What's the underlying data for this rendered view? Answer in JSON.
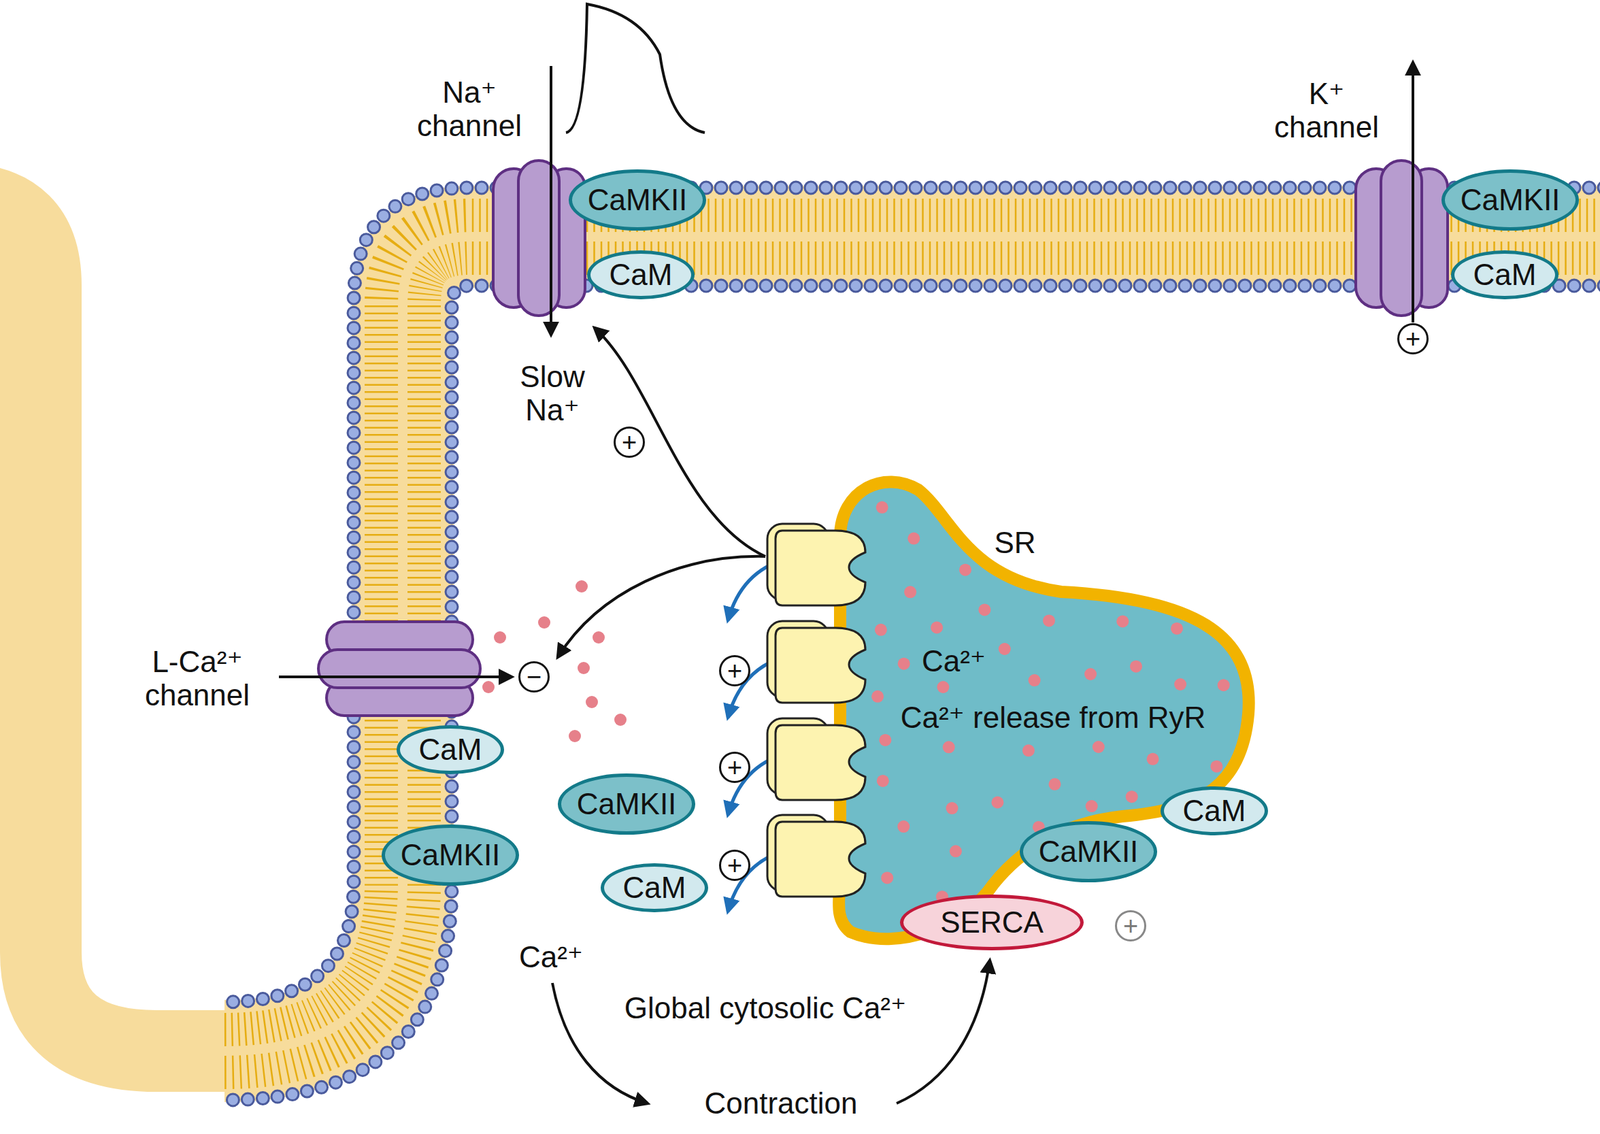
{
  "diagram": {
    "nodes": [
      {
        "text": [
          "CaMKII"
        ]
      },
      {
        "text": [
          "CaM"
        ]
      },
      {
        "text": [
          "CaMKII"
        ]
      },
      {
        "text": [
          "CaM"
        ]
      },
      {
        "text": [
          "CaM"
        ]
      },
      {
        "text": [
          "CaMKII"
        ]
      },
      {
        "text": [
          "SR",
          "Ca²⁺",
          "Ca²⁺ release from RyR"
        ]
      },
      {
        "text": [
          "CaMKII"
        ]
      },
      {
        "text": [
          "CaM"
        ]
      },
      {
        "text": [
          "CaM"
        ]
      },
      {
        "text": [
          "CaMKII"
        ]
      },
      {
        "text": [
          "SERCA"
        ]
      }
    ],
    "labels": [
      "Na⁺ channel",
      "K⁺ channel",
      "Slow Na⁺",
      "+",
      "+",
      "L-Ca²⁺ channel",
      "−",
      "+",
      "+",
      "+",
      "+",
      "Ca²⁺",
      "Global cytosolic Ca²⁺",
      "Contraction"
    ]
  }
}
